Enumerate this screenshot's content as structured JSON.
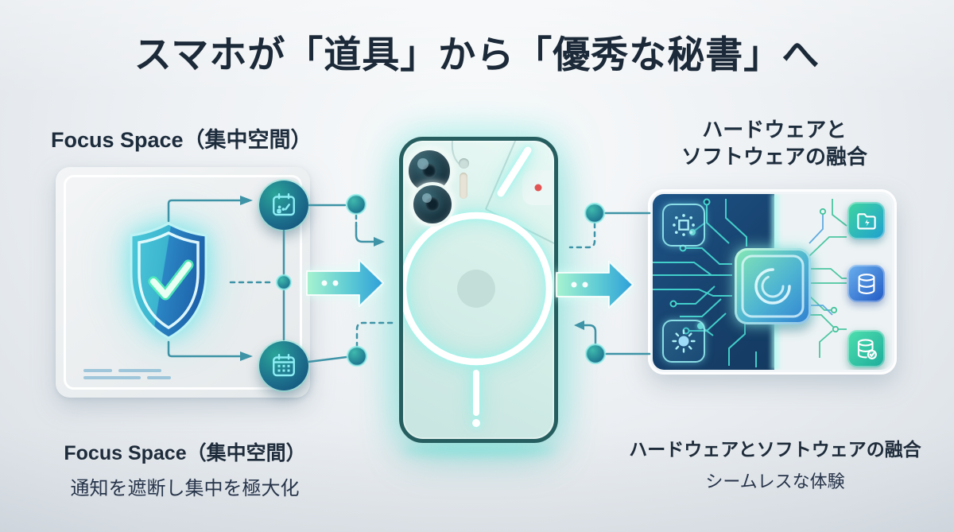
{
  "title": "スマホが「道具」から「優秀な秘書」へ",
  "left": {
    "heading": "Focus Space（集中空間）",
    "caption_title": "Focus Space（集中空間）",
    "caption_sub": "通知を遮断し集中を極大化"
  },
  "right": {
    "heading_line1": "ハードウェアと",
    "heading_line2": "ソフトウェアの融合",
    "caption_title": "ハードウェアとソフトウェアの融合",
    "caption_sub": "シームレスな体験"
  },
  "icons": {
    "shield": "shield-check-icon",
    "calendar_top": "calendar-notification-icon",
    "calendar_bottom": "calendar-grid-icon",
    "cpu": "cpu-chip-icon",
    "brightness": "brightness-icon",
    "soc": "processor-core-icon",
    "folder": "folder-lightning-icon",
    "database": "database-icon",
    "database_check": "database-check-icon",
    "phone": "smartphone-back"
  },
  "colors": {
    "title_text": "#1b2938",
    "line_teal": "#3e93a6",
    "arrow_gradient_start": "#a7f3d0",
    "arrow_gradient_end": "#2e9fd9",
    "shield_left": "#46c4d8",
    "shield_right": "#1e6db4",
    "check_green": "#4df0a8",
    "badge_dark": "#14527d",
    "badge_teal": "#2aa398",
    "circuit_panel": "#17406b",
    "glow_cyan": "#7fe9df",
    "phone_body": "#d8f0ea",
    "phone_frame": "#265e60",
    "red_dot": "#e05252"
  }
}
